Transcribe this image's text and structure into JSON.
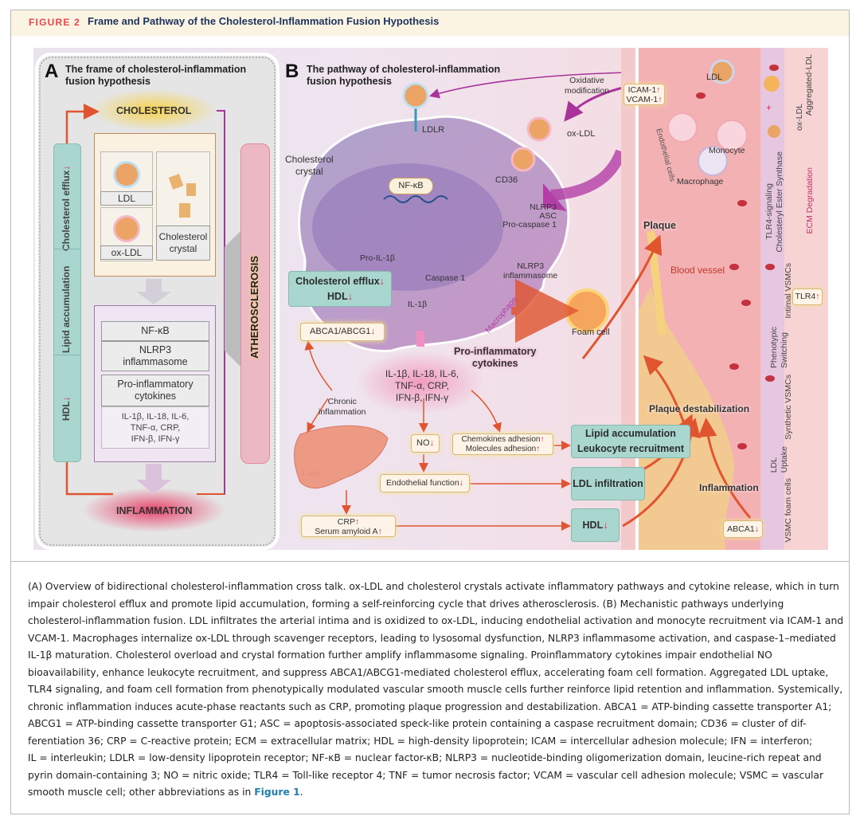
{
  "header": {
    "figure_label": "FIGURE 2",
    "title": "Frame and Pathway of the Cholesterol-Inflammation Fusion Hypothesis"
  },
  "panel_a": {
    "letter": "A",
    "title_line1": "The frame of cholesterol-inflammation",
    "title_line2": "fusion hypothesis",
    "cholesterol": "CHOLESTEROL",
    "inflammation": "INFLAMMATION",
    "atherosclerosis": "ATHEROSCLEROSIS",
    "side_bar": {
      "efflux": "Cholesterol efflux",
      "lipid": "Lipid accumulation",
      "hdl": "HDL",
      "arrow": "↓"
    },
    "ldl": "LDL",
    "ox_ldl": "ox-LDL",
    "crystal": "Cholesterol crystal",
    "nfkb": "NF-κB",
    "nlrp3_line1": "NLRP3",
    "nlrp3_line2": "inflammasome",
    "cytokines_line1": "Pro-inflammatory",
    "cytokines_line2": "cytokines",
    "list_line1": "IL-1β, IL-18, IL-6,",
    "list_line2": "TNF-α, CRP,",
    "list_line3": "IFN-β, IFN-γ"
  },
  "panel_b": {
    "letter": "B",
    "title_line1": "The pathway of cholesterol-inflammation",
    "title_line2": "fusion hypothesis",
    "ldlr": "LDLR",
    "crystal_line1": "Cholesterol",
    "crystal_line2": "crystal",
    "nfkb": "NF-κB",
    "cd36": "CD36",
    "ox_ldl": "ox-LDL",
    "oxidative_line1": "Oxidative",
    "oxidative_line2": "modification",
    "nlrp3": "NLRP3",
    "asc": "ASC",
    "pro_caspase": "Pro-caspase 1",
    "pro_il1b": "Pro-IL-1β",
    "inflammasome_line1": "NLRP3",
    "inflammasome_line2": "inflammasome",
    "caspase": "Caspase 1",
    "il1b": "IL-1β",
    "macrophage_cell": "Macrophage",
    "efflux": "Cholesterol efflux",
    "hdl": "HDL",
    "down": "↓",
    "up": "↑",
    "abca_abcg": "ABCA1/ABCG1",
    "cytokines_title_line1": "Pro-inflammatory",
    "cytokines_title_line2": "cytokines",
    "cytokines_line1": "IL-1β, IL-18, IL-6,",
    "cytokines_line2": "TNF-α, CRP,",
    "cytokines_line3": "IFN-β, IFN-γ",
    "chronic_line1": "Chronic",
    "chronic_line2": "inflammation",
    "liver": "Liver",
    "no": "NO",
    "chemokines": "Chemokines adhesion",
    "molecules": "Molecules adhesion",
    "endothelial": "Endothelial function",
    "crp": "CRP",
    "serum_amyloid": "Serum amyloid A",
    "lipid_acc": "Lipid accumulation",
    "leukocyte": "Leukocyte recruitment",
    "ldl_infiltration": "LDL infiltration",
    "hdl_box": "HDL",
    "foam_cell": "Foam cell"
  },
  "vessel": {
    "ldl": "LDL",
    "icam": "ICAM-1",
    "vcam": "VCAM-1",
    "monocyte": "Monocyte",
    "macrophage": "Macrophage",
    "endothelial_cells": "Endothelial cells",
    "plaque": "Plaque",
    "blood_vessel": "Blood vessel",
    "tlr4": "TLR4",
    "plaque_destab": "Plaque destabilization",
    "inflammation": "Inflammation",
    "abca1": "ABCA1",
    "aggregated_ldl": "Aggregated-LDL",
    "ox_ldl": "ox-LDL",
    "plus": "+",
    "tlr4_signaling": "TLR4-signaling",
    "ester_synthase": "Cholesteryl Ester Synthase",
    "ecm": "ECM Degradation",
    "intimal": "Intimal VSMCs",
    "phenotypic": "Phenotypic",
    "switching": "Switching",
    "synthetic": "Synthetic VSMCs",
    "ldl_uptake_1": "LDL",
    "ldl_uptake_2": "Uptake",
    "vsmc_foam": "VSMC foam cells"
  },
  "caption": {
    "lines": [
      "(A) Overview of bidirectional cholesterol-inflammation cross talk. ox-LDL and cholesterol crystals activate inflammatory pathways and cytokine release, which in turn",
      "impair cholesterol efflux and promote lipid accumulation, forming a self-reinforcing cycle that drives atherosclerosis. (B) Mechanistic pathways underlying",
      "cholesterol-inflammation fusion. LDL infiltrates the arterial intima and is oxidized to ox-LDL, inducing endothelial activation and monocyte recruitment via ICAM-1 and",
      "VCAM-1. Macrophages internalize ox-LDL through scavenger receptors, leading to lysosomal dysfunction, NLRP3 inflammasome activation, and caspase-1–mediated",
      "IL-1β maturation. Cholesterol overload and crystal formation further amplify inflammasome signaling. Proinflammatory cytokines impair endothelial NO",
      "bioavailability, enhance leukocyte recruitment, and suppress ABCA1/ABCG1-mediated cholesterol efflux, accelerating foam cell formation. Aggregated LDL uptake,",
      "TLR4 signaling, and foam cell formation from phenotypically modulated vascular smooth muscle cells further reinforce lipid retention and inflammation. Systemically,",
      "chronic inflammation induces acute-phase reactants such as CRP, promoting plaque progression and destabilization. ABCA1 = ATP-binding cassette transporter A1;",
      "ABCG1 = ATP-binding cassette transporter G1; ASC = apoptosis-associated speck-like protein containing a caspase recruitment domain; CD36 = cluster of dif-",
      "ferentiation 36; CRP = C-reactive protein; ECM = extracellular matrix; HDL = high-density lipoprotein; ICAM = intercellular adhesion molecule; IFN = interferon;",
      "IL = interleukin; LDLR = low-density lipoprotein receptor; NF-κB = nuclear factor-κB; NLRP3 = nucleotide-binding oligomerization domain, leucine-rich repeat and",
      "pyrin domain-containing 3; NO = nitric oxide; TLR4 = Toll-like receptor 4; TNF = tumor necrosis factor; VCAM = vascular cell adhesion molecule; VSMC = vascular"
    ],
    "last_line_prefix": "smooth muscle cell; other abbreviations as in ",
    "link": "Figure 1",
    "last_line_suffix": "."
  },
  "colors": {
    "figure_label": "#e8454f",
    "title": "#1f3560",
    "link": "#1f7fae",
    "teal": "#a9d6cf",
    "header_bg": "#fcf4e2"
  }
}
